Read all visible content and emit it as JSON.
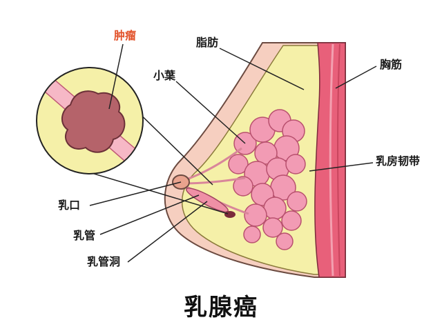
{
  "labels": {
    "tumor": "肿瘤",
    "fat": "脂肪",
    "lobule": "小葉",
    "pectoral": "胸筋",
    "ligament": "乳房韧带",
    "nipple": "乳口",
    "duct": "乳管",
    "sinus": "乳管洞"
  },
  "title": "乳腺癌",
  "colors": {
    "tumor_label": "#e2522a",
    "skin": "#f6cfc0",
    "fat": "#f5f0a8",
    "lobule": "#f29bb4",
    "muscle": "#e8607a",
    "tumor": "#b5636a"
  }
}
